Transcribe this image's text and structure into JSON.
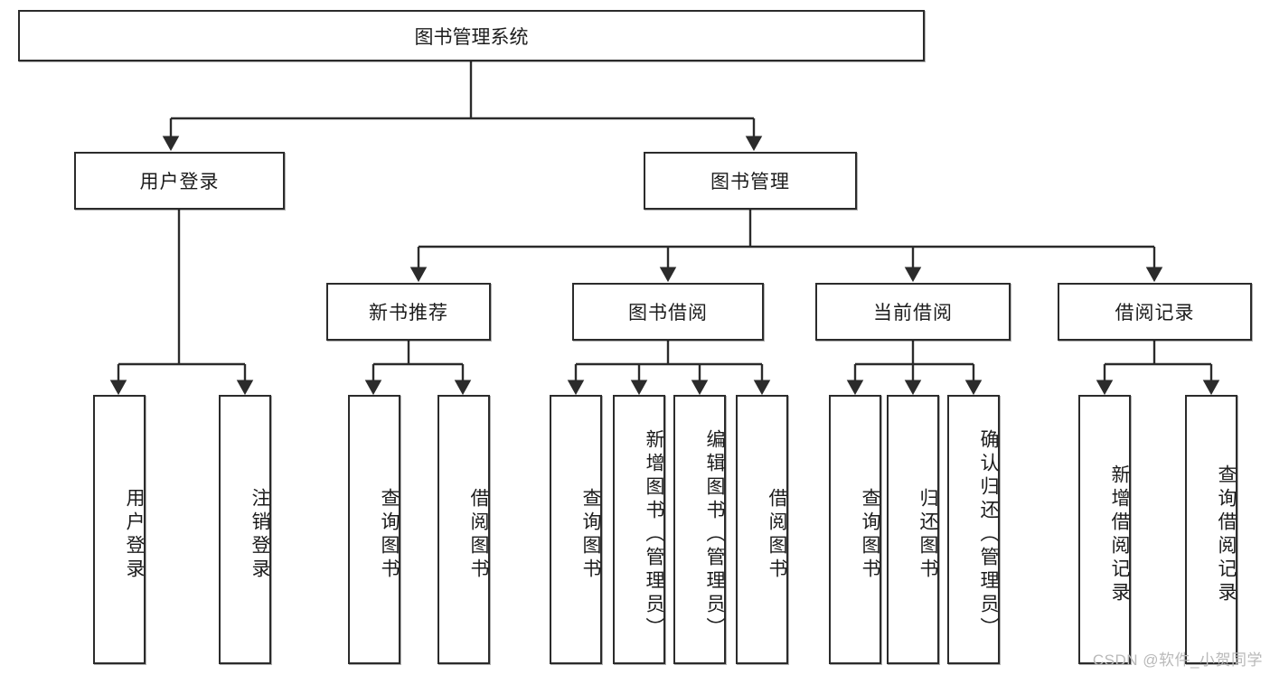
{
  "diagram": {
    "type": "tree-hierarchy",
    "title": "图书管理系统",
    "watermark": "CSDN @软件_小贺同学",
    "colors": {
      "box_border": "#2b2b2b",
      "box_fill": "#ffffff",
      "connector": "#2b2b2b",
      "text": "#1c1c1c",
      "watermark": "#b9b9b9"
    },
    "levels": {
      "root": {
        "label": "图书管理系统"
      },
      "level2": [
        {
          "label": "用户登录"
        },
        {
          "label": "图书管理"
        }
      ],
      "level3": [
        {
          "label": "新书推荐"
        },
        {
          "label": "图书借阅"
        },
        {
          "label": "当前借阅"
        },
        {
          "label": "借阅记录"
        }
      ],
      "leaves": {
        "user_login": [
          {
            "label": "用户登录"
          },
          {
            "label": "注销登录"
          }
        ],
        "new_book_rec": [
          {
            "label": "查询图书"
          },
          {
            "label": "借阅图书"
          }
        ],
        "book_borrow": [
          {
            "label": "查询图书"
          },
          {
            "label": "新增图书（管理员）"
          },
          {
            "label": "编辑图书（管理员）"
          },
          {
            "label": "借阅图书"
          }
        ],
        "current_borrow": [
          {
            "label": "查询图书"
          },
          {
            "label": "归还图书"
          },
          {
            "label": "确认归还（管理员）"
          }
        ],
        "borrow_record": [
          {
            "label": "新增借阅记录"
          },
          {
            "label": "查询借阅记录"
          }
        ]
      }
    }
  }
}
